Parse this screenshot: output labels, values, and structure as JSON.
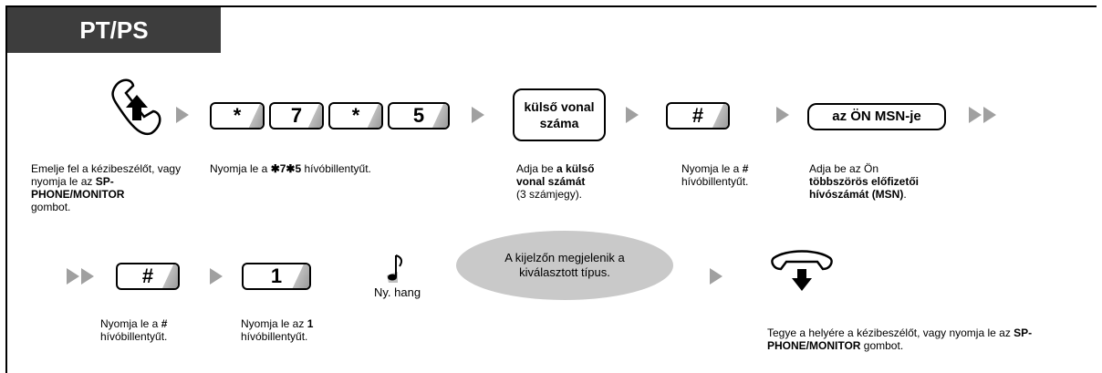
{
  "header": {
    "title": "PT/PS"
  },
  "steps_row1": {
    "step1": {
      "parts": [
        "Emelje fel a kézibeszélőt, vagy nyomja le az ",
        "SP-PHONE/MONITOR",
        " gombot."
      ]
    },
    "step2": {
      "keys": [
        "*",
        "7",
        "*",
        "5"
      ],
      "parts": [
        "Nyomja le a ",
        "✱7✱5",
        " hívóbillentyűt."
      ]
    },
    "step3": {
      "box_line1": "külső vonal",
      "box_line2": "száma",
      "parts": [
        "Adja be ",
        "a külső vonal számát",
        " (3 számjegy)."
      ]
    },
    "step4": {
      "key": "#",
      "parts": [
        "Nyomja le a ",
        "#",
        " hívóbillentyűt."
      ]
    },
    "step5": {
      "box": "az ÖN MSN-je",
      "parts": [
        "Adja be az Ön ",
        "többszörös előfizetői hívószámát (MSN)",
        "."
      ]
    }
  },
  "steps_row2": {
    "step6": {
      "key": "#",
      "parts": [
        "Nyomja le a ",
        "#",
        " hívóbillentyűt."
      ]
    },
    "step7": {
      "key": "1",
      "parts": [
        "Nyomja le az ",
        "1",
        " hívóbillentyűt."
      ]
    },
    "tone": {
      "label": "Ny. hang"
    },
    "display": {
      "text": "A kijelzőn megjelenik a kiválasztott típus."
    },
    "step8": {
      "parts": [
        "Tegye a helyére a kézibeszélőt, vagy nyomja le az ",
        "SP-PHONE/MONITOR",
        " gombot."
      ]
    }
  },
  "colors": {
    "tab": "#3d3d3d",
    "arrow": "#a0a0a0",
    "bubble": "#c9c9c9"
  },
  "icons": [
    "handset-off-hook-icon",
    "handset-on-hook-icon",
    "music-note-icon"
  ]
}
